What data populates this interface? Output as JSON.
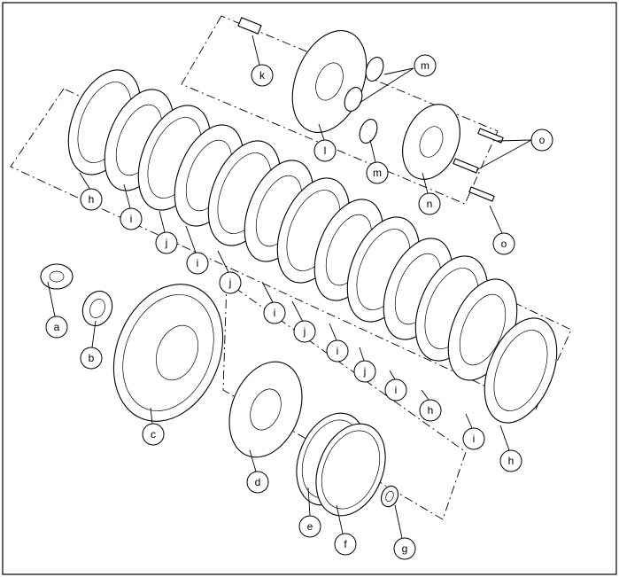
{
  "diagram": {
    "callouts": {
      "a": "a",
      "b": "b",
      "c": "c",
      "d": "d",
      "e": "e",
      "f": "f",
      "g": "g",
      "h": "h",
      "i": "i",
      "j": "j",
      "k": "k",
      "l": "l",
      "m": "m",
      "n": "n",
      "o": "o"
    }
  }
}
